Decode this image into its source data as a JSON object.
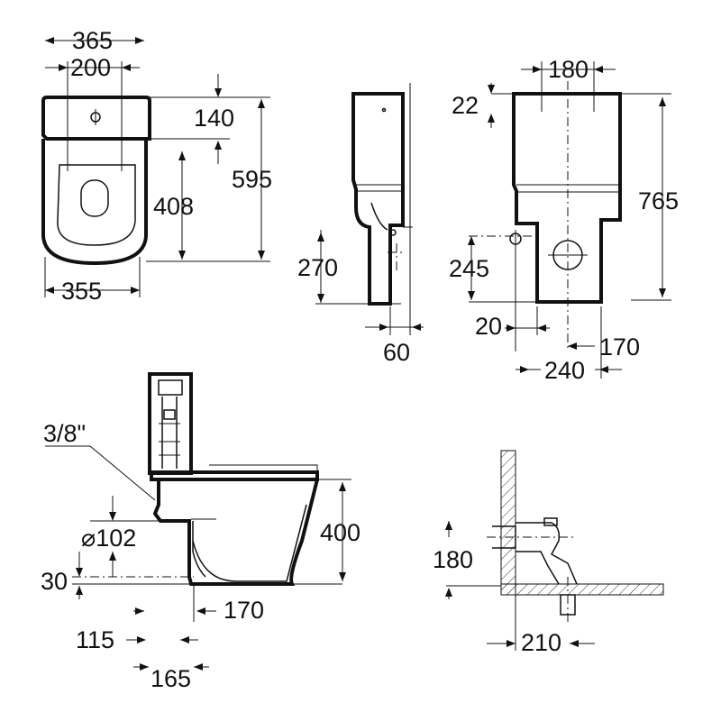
{
  "dimensions": {
    "top_view": {
      "overall_width": "365",
      "fixing_spacing": "200",
      "tank_depth": "140",
      "bowl_depth": "408",
      "overall_length": "595",
      "base_width": "355"
    },
    "side_view": {
      "outlet_height": "270",
      "outlet_offset": "60"
    },
    "front_view": {
      "fixing_holes_spacing": "180",
      "tank_top": "22",
      "overall_height": "765",
      "inlet_height": "245",
      "inlet_offset": "20",
      "outlet_center": "170",
      "base_width": "240"
    },
    "section_view": {
      "water_inlet": "3/8\"",
      "outlet_diameter": "⌀102",
      "outlet_floor_height": "30",
      "bowl_height": "400",
      "outlet_distance": "170",
      "wall_offset_a": "115",
      "wall_offset_b": "165"
    },
    "wall_detail": {
      "outlet_height": "180",
      "outlet_distance": "210"
    }
  }
}
